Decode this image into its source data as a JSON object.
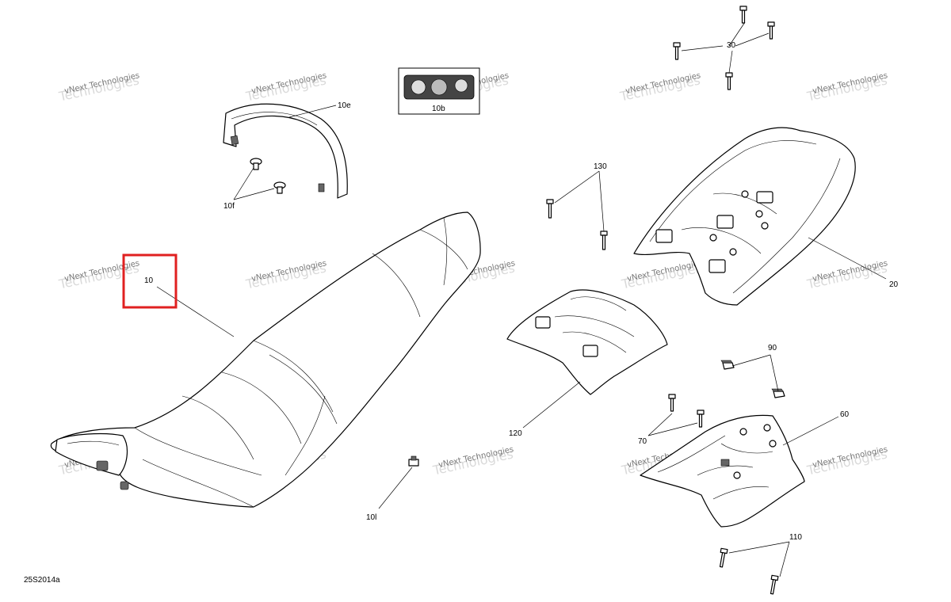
{
  "callouts": {
    "c10": "10",
    "c10b": "10b",
    "c10e": "10e",
    "c10f": "10f",
    "c10l": "10l",
    "c20": "20",
    "c30": "30",
    "c60": "60",
    "c70": "70",
    "c90": "90",
    "c110": "110",
    "c120": "120",
    "c130": "130"
  },
  "figure_id": "25S2014a",
  "watermark": {
    "line1": "vNext Technologies",
    "line2": "Technologies"
  },
  "highlight": {
    "color": "#e02020",
    "target": "10"
  }
}
